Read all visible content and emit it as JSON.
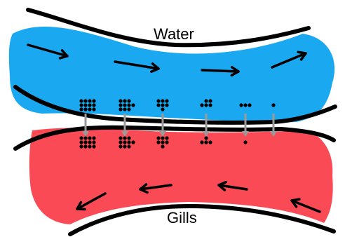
{
  "labels": {
    "top": "Water",
    "bottom": "Gills"
  },
  "colors": {
    "water": "#1aa9f1",
    "gills": "#fa4a55",
    "outline": "#000000",
    "transfer_arrow": "#9a9a9a"
  },
  "flow": {
    "water_direction": "right",
    "gills_direction": "left",
    "transfer_direction": "down"
  },
  "particle_columns": [
    {
      "water_dots": 12,
      "gill_dots": 12
    },
    {
      "water_dots": 10,
      "gill_dots": 10
    },
    {
      "water_dots": 7,
      "gill_dots": 7
    },
    {
      "water_dots": 5,
      "gill_dots": 4
    },
    {
      "water_dots": 3,
      "gill_dots": 1
    },
    {
      "water_dots": 1,
      "gill_dots": 0
    }
  ]
}
